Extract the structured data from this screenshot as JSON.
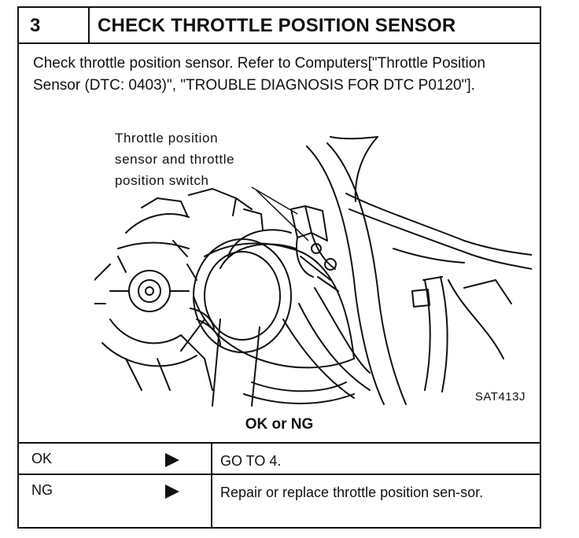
{
  "header": {
    "step_number": "3",
    "title": "CHECK THROTTLE POSITION SENSOR"
  },
  "body": {
    "instruction": "Check throttle position sensor. Refer to Computers[\"Throttle Position Sensor (DTC: 0403)\", \"TROUBLE DIAGNOSIS FOR DTC P0120\"]."
  },
  "figure": {
    "callout_lines": [
      "Throttle position",
      "sensor and throttle",
      "position switch"
    ],
    "code": "SAT413J"
  },
  "result": {
    "heading": "OK or NG",
    "rows": [
      {
        "label": "OK",
        "action": "GO TO 4."
      },
      {
        "label": "NG",
        "action": "Repair or replace throttle position sen-sor."
      }
    ]
  }
}
